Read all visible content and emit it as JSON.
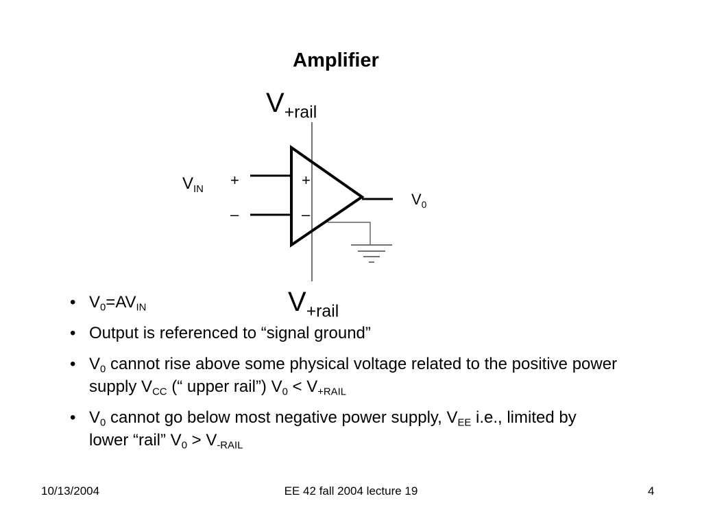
{
  "slide": {
    "title": "Amplifier"
  },
  "diagram": {
    "v_top": {
      "main": "V",
      "sub": "+rail"
    },
    "v_bottom": {
      "main": "V",
      "sub": "+rail"
    },
    "v_in": {
      "main": "V",
      "sub": "IN"
    },
    "v_out": {
      "main": "V",
      "sub": "0"
    },
    "input_plus": "+",
    "input_minus": "–",
    "opamp_plus": "+",
    "opamp_minus": "–"
  },
  "bullets": [
    {
      "segments": [
        {
          "t": "V"
        },
        {
          "sub": "0"
        },
        {
          "t": "=AV"
        },
        {
          "sub": "IN"
        }
      ]
    },
    {
      "segments": [
        {
          "t": "Output is referenced to “signal ground”"
        }
      ]
    },
    {
      "segments": [
        {
          "t": "V"
        },
        {
          "sub": "0"
        },
        {
          "t": " cannot rise above some physical voltage related to the positive power supply V"
        },
        {
          "sub": "CC"
        },
        {
          "t": " (“ upper rail”)        V"
        },
        {
          "sub": "0"
        },
        {
          "t": " < V"
        },
        {
          "sub": "+RAIL"
        }
      ]
    },
    {
      "segments": [
        {
          "t": " V"
        },
        {
          "sub": "0"
        },
        {
          "t": " cannot go below most negative power supply, V"
        },
        {
          "sub": "EE"
        },
        {
          "t": " i.e., limited by lower “rail”      V"
        },
        {
          "sub": "0"
        },
        {
          "t": " > V"
        },
        {
          "sub": "-RAIL"
        }
      ]
    }
  ],
  "bullet_glyph": "•",
  "footer": {
    "date": "10/13/2004",
    "course": "EE 42 fall 2004 lecture 19",
    "page": "4"
  }
}
